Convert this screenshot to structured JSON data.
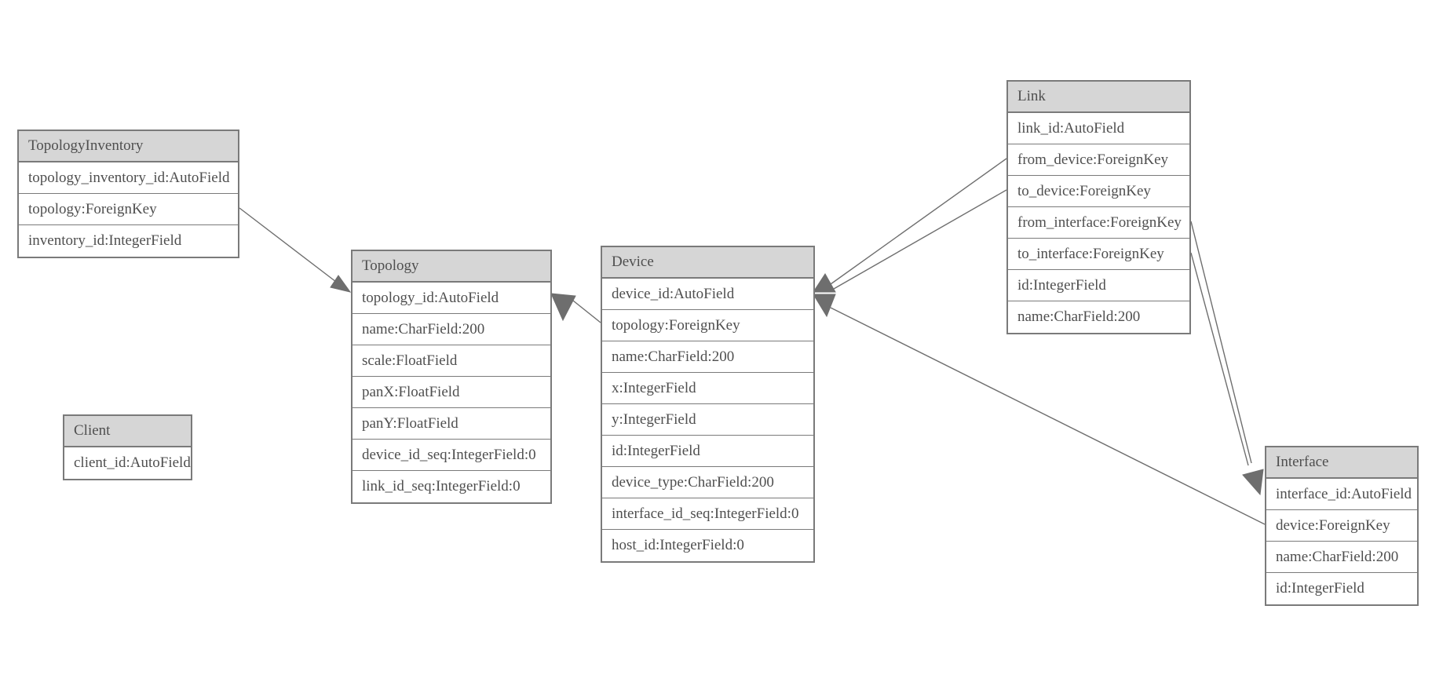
{
  "entities": {
    "topology_inventory": {
      "title": "TopologyInventory",
      "fields": [
        "topology_inventory_id:AutoField",
        "topology:ForeignKey",
        "inventory_id:IntegerField"
      ]
    },
    "topology": {
      "title": "Topology",
      "fields": [
        "topology_id:AutoField",
        "name:CharField:200",
        "scale:FloatField",
        "panX:FloatField",
        "panY:FloatField",
        "device_id_seq:IntegerField:0",
        "link_id_seq:IntegerField:0"
      ]
    },
    "client": {
      "title": "Client",
      "fields": [
        "client_id:AutoField"
      ]
    },
    "device": {
      "title": "Device",
      "fields": [
        "device_id:AutoField",
        "topology:ForeignKey",
        "name:CharField:200",
        "x:IntegerField",
        "y:IntegerField",
        "id:IntegerField",
        "device_type:CharField:200",
        "interface_id_seq:IntegerField:0",
        "host_id:IntegerField:0"
      ]
    },
    "link": {
      "title": "Link",
      "fields": [
        "link_id:AutoField",
        "from_device:ForeignKey",
        "to_device:ForeignKey",
        "from_interface:ForeignKey",
        "to_interface:ForeignKey",
        "id:IntegerField",
        "name:CharField:200"
      ]
    },
    "interface": {
      "title": "Interface",
      "fields": [
        "interface_id:AutoField",
        "device:ForeignKey",
        "name:CharField:200",
        "id:IntegerField"
      ]
    }
  },
  "relationships": [
    {
      "from": "TopologyInventory.topology",
      "to": "Topology"
    },
    {
      "from": "Device.topology",
      "to": "Topology"
    },
    {
      "from": "Link.from_device",
      "to": "Device"
    },
    {
      "from": "Link.to_device",
      "to": "Device"
    },
    {
      "from": "Link.from_interface",
      "to": "Interface"
    },
    {
      "from": "Link.to_interface",
      "to": "Interface"
    },
    {
      "from": "Interface.device",
      "to": "Device"
    }
  ],
  "colors": {
    "background": "#ffffff",
    "header_fill": "#d6d6d6",
    "border": "#7a7a7a",
    "text": "#4f4f4f",
    "edge": "#6e6e6e"
  }
}
